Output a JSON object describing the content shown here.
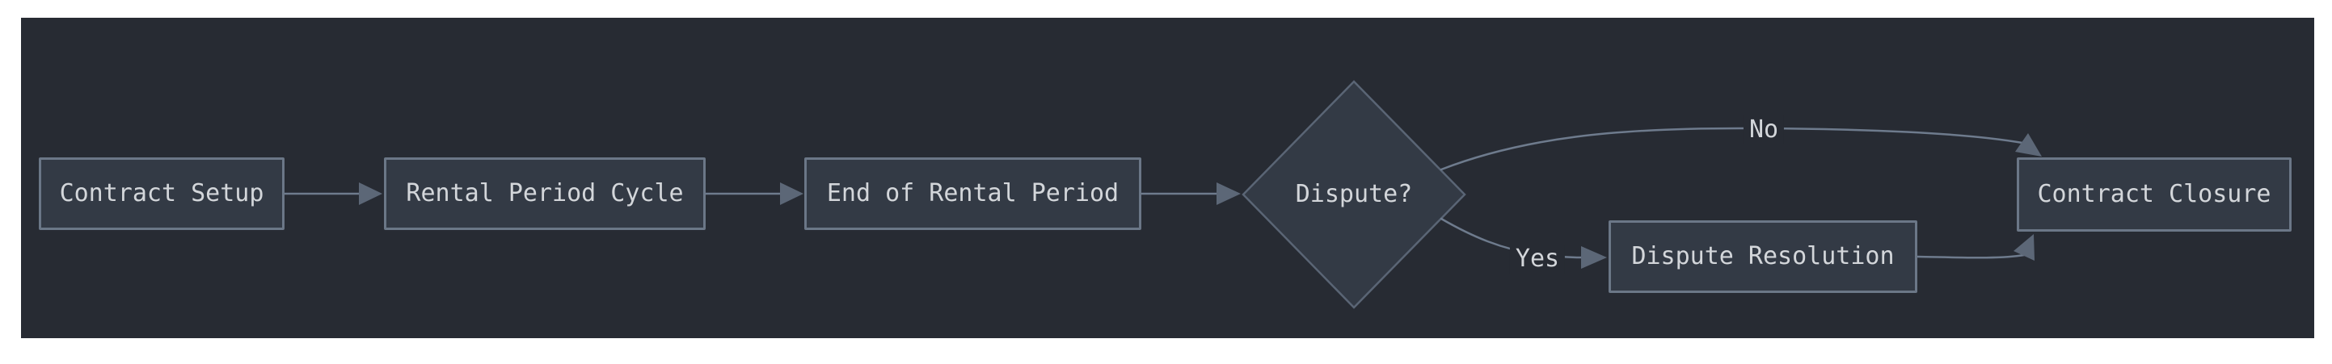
{
  "diagram": {
    "type": "flowchart",
    "direction": "left-to-right",
    "nodes": [
      {
        "id": "contract_setup",
        "label": "Contract Setup",
        "shape": "rectangle"
      },
      {
        "id": "rental_period_cycle",
        "label": "Rental Period Cycle",
        "shape": "rectangle"
      },
      {
        "id": "end_of_rental_period",
        "label": "End of Rental Period",
        "shape": "rectangle"
      },
      {
        "id": "dispute",
        "label": "Dispute?",
        "shape": "diamond"
      },
      {
        "id": "dispute_resolution",
        "label": "Dispute Resolution",
        "shape": "rectangle"
      },
      {
        "id": "contract_closure",
        "label": "Contract Closure",
        "shape": "rectangle"
      }
    ],
    "edges": [
      {
        "from": "contract_setup",
        "to": "rental_period_cycle",
        "label": ""
      },
      {
        "from": "rental_period_cycle",
        "to": "end_of_rental_period",
        "label": ""
      },
      {
        "from": "end_of_rental_period",
        "to": "dispute",
        "label": ""
      },
      {
        "from": "dispute",
        "to": "contract_closure",
        "label": "No"
      },
      {
        "from": "dispute",
        "to": "dispute_resolution",
        "label": "Yes"
      },
      {
        "from": "dispute_resolution",
        "to": "contract_closure",
        "label": ""
      }
    ],
    "colors": {
      "page_bg": "#ffffff",
      "canvas_bg": "#272b33",
      "node_fill": "#333a45",
      "node_border": "#6b7787",
      "decision_border": "#5a6575",
      "edge_line": "#6e7b8d",
      "arrowhead": "#5c6777",
      "text": "#d3d6da"
    }
  }
}
